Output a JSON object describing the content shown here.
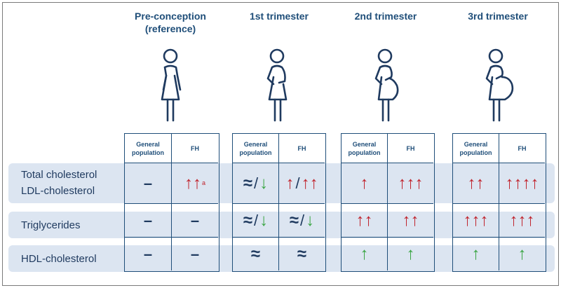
{
  "stages": [
    {
      "title_line1": "Pre-conception",
      "title_line2": "(reference)",
      "figure_icon": "woman-icon"
    },
    {
      "title_line1": "1st trimester",
      "title_line2": "",
      "figure_icon": "pregnant-woman-icon"
    },
    {
      "title_line1": "2nd trimester",
      "title_line2": "",
      "figure_icon": "pregnant-woman-icon"
    },
    {
      "title_line1": "3rd trimester",
      "title_line2": "",
      "figure_icon": "pregnant-woman-icon"
    }
  ],
  "column_headers": {
    "general_line1": "General",
    "general_line2": "population",
    "fh": "FH"
  },
  "rows": [
    {
      "label_line1": "Total cholesterol",
      "label_line2": "LDL-cholesterol"
    },
    {
      "label_line1": "Triglycerides",
      "label_line2": ""
    },
    {
      "label_line1": "HDL-cholesterol",
      "label_line2": ""
    }
  ],
  "cells": {
    "r0": {
      "s0": {
        "gen": "–",
        "fh": "↑↑",
        "fh_sup": "a"
      },
      "s1": {
        "gen_a": "≈",
        "gen_sep": "/",
        "gen_b": "↓",
        "fh_a": "↑",
        "fh_sep": "/",
        "fh_b": "↑↑"
      },
      "s2": {
        "gen": "↑",
        "fh": "↑↑↑"
      },
      "s3": {
        "gen": "↑↑",
        "fh": "↑↑↑↑"
      }
    },
    "r1": {
      "s0": {
        "gen": "–",
        "fh": "–"
      },
      "s1": {
        "gen_a": "≈",
        "gen_sep": "/",
        "gen_b": "↓",
        "fh_a": "≈",
        "fh_sep": "/",
        "fh_b": "↓"
      },
      "s2": {
        "gen": "↑↑",
        "fh": "↑↑"
      },
      "s3": {
        "gen": "↑↑↑",
        "fh": "↑↑↑"
      }
    },
    "r2": {
      "s0": {
        "gen": "–",
        "fh": "–"
      },
      "s1": {
        "gen": "≈",
        "fh": "≈"
      },
      "s2": {
        "gen": "↑",
        "fh": "↑"
      },
      "s3": {
        "gen": "↑",
        "fh": "↑"
      }
    }
  },
  "colors": {
    "increase": "#c0242d",
    "decrease": "#3aa543",
    "hdl_increase": "#3aa543",
    "navy": "#1f4e79",
    "band": "#dce5f1"
  }
}
